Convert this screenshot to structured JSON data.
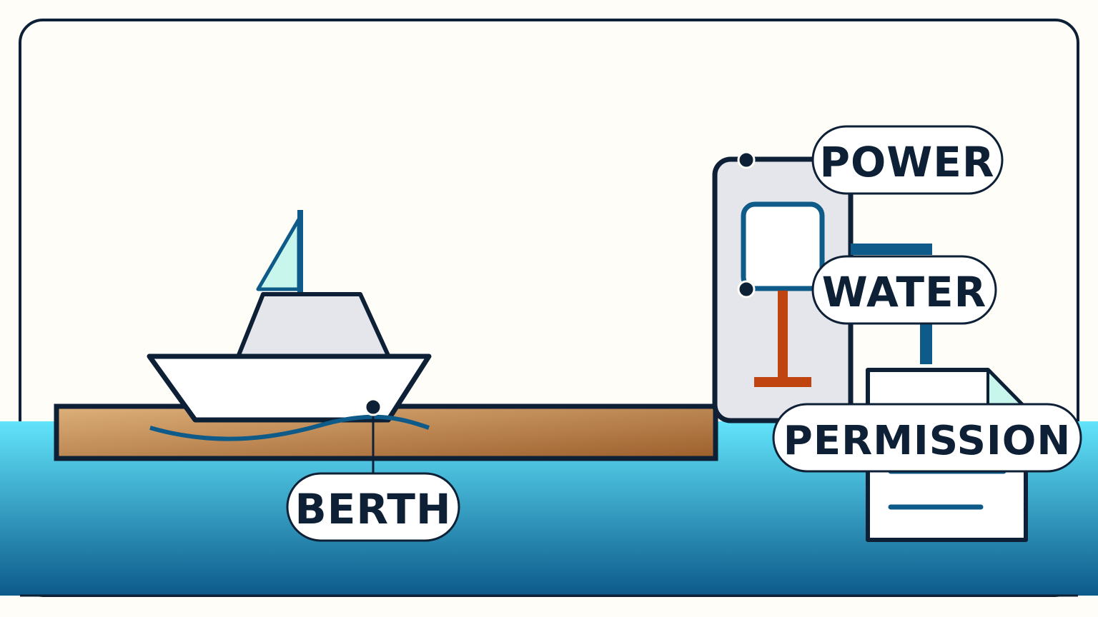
{
  "labels": {
    "power": "POWER",
    "water": "WATER",
    "permission": "PERMISSION",
    "berth": "BERTH"
  },
  "colors": {
    "background": "#fefdf8",
    "outline": "#0e2036",
    "water_top": "#62e4fb",
    "water_bottom": "#0c5a8a",
    "dock_light": "#ddb07a",
    "dock_dark": "#9c5f2c",
    "boat_cabin": "#e4e6eb",
    "sail": "#c9f6ec",
    "pipe_blue": "#0e5a88",
    "spigot_orange": "#c0440f",
    "pedestal": "#e4e6eb"
  },
  "icons": [
    "boat-icon",
    "sail-icon",
    "wave-icon",
    "utility-pedestal-icon",
    "outlet-icon",
    "spigot-icon",
    "document-icon"
  ]
}
